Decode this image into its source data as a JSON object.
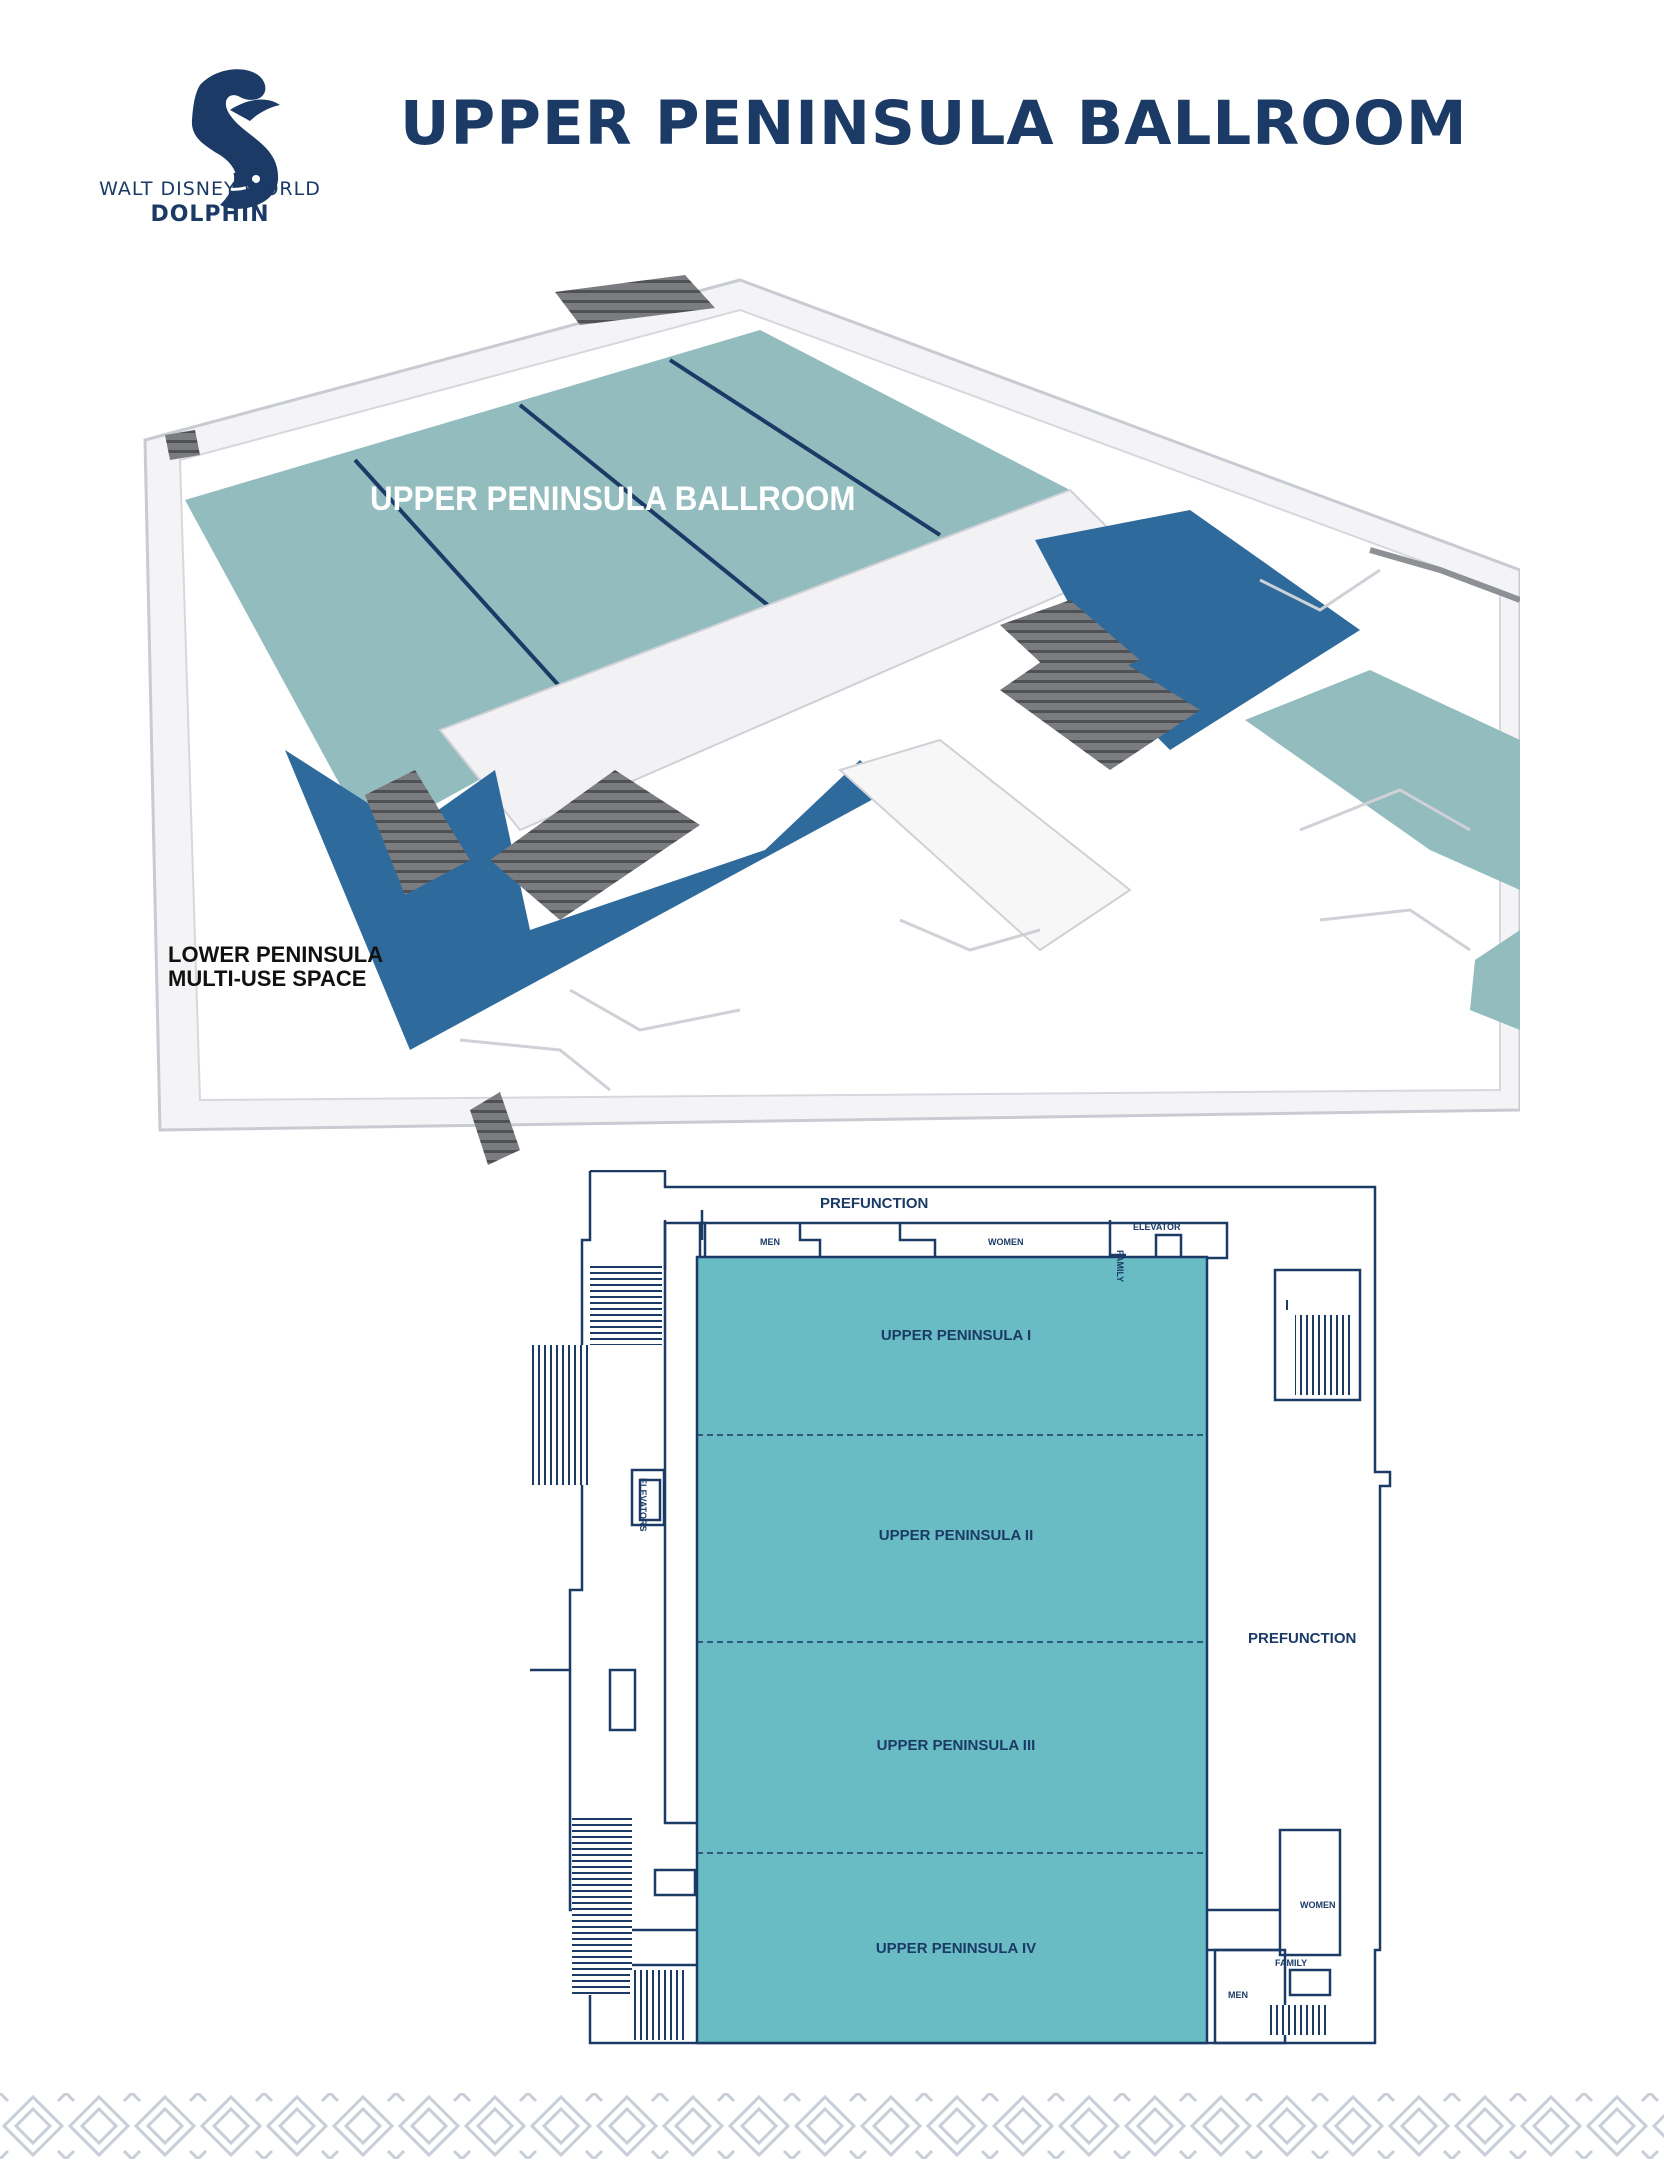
{
  "header": {
    "title": "UPPER PENINSULA BALLROOM",
    "logo": {
      "line1": "WALT DISNEY WORLD",
      "line2": "DOLPHIN",
      "icon": "dolphin-logo"
    }
  },
  "isometric_map": {
    "ballroom_label": "UPPER PENINSULA BALLROOM",
    "lower_space_label_line1": "LOWER PENINSULA",
    "lower_space_label_line2": "MULTI-USE SPACE"
  },
  "floor_plan": {
    "top_prefunction": "PREFUNCTION",
    "right_prefunction": "PREFUNCTION",
    "rooms": [
      "UPPER PENINSULA I",
      "UPPER PENINSULA II",
      "UPPER PENINSULA III",
      "UPPER PENINSULA IV"
    ],
    "restrooms": {
      "men_top": "MEN",
      "women_top": "WOMEN",
      "family_top": "FAMILY",
      "elevator_top": "ELEVATOR",
      "elevators_side": "ELEVATORS",
      "women_bottom": "WOMEN",
      "family_bottom": "FAMILY",
      "men_bottom": "MEN"
    }
  },
  "colors": {
    "brand_navy": "#1b3a66",
    "ballroom_teal_iso": "#93bcbf",
    "lower_space_blue": "#2f6a9c",
    "plan_teal": "#69bcc3",
    "footer_pattern": "#c7ced8"
  }
}
